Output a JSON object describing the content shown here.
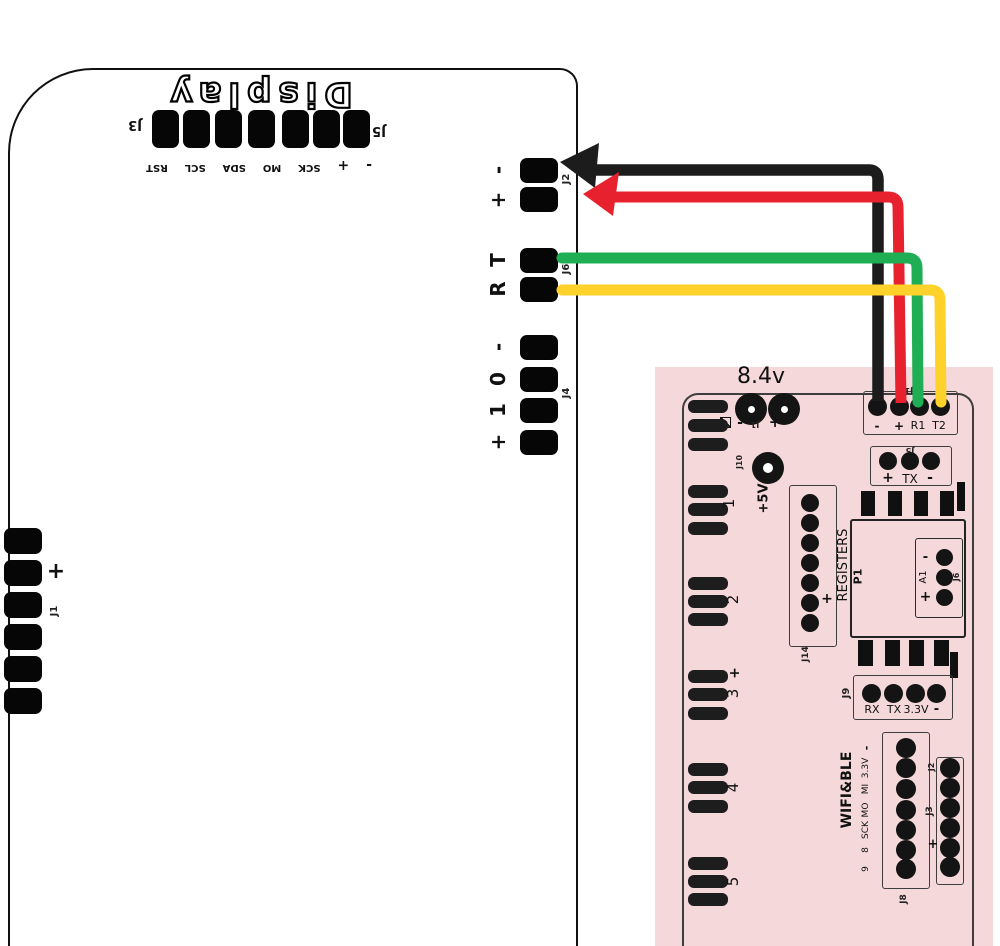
{
  "display_board": {
    "title": "Display",
    "header": {
      "left_label": "J3",
      "right_label": "J5",
      "pins": [
        "RST",
        "SCL",
        "SDA",
        "MO",
        "SCK",
        "+",
        "-"
      ]
    },
    "j2": {
      "label": "J2",
      "pins": [
        "-",
        "+"
      ]
    },
    "j6": {
      "label": "J6",
      "pins": [
        "T",
        "R"
      ]
    },
    "j4": {
      "label": "J4",
      "pins": [
        "-",
        "0",
        "1",
        "+"
      ]
    },
    "j1": {
      "label": "J1",
      "plus": "+"
    }
  },
  "controller_board": {
    "voltage": "8.4v",
    "power": {
      "label": "J1",
      "minus": "-",
      "plus": "+"
    },
    "buzzer": {
      "label": "J10",
      "voltage": "+5V"
    },
    "j13": {
      "label": "J13",
      "pins": [
        "-",
        "+",
        "R1",
        "T2"
      ]
    },
    "j5": {
      "label": "J5",
      "pins": [
        "+",
        "TX",
        "-"
      ]
    },
    "p1": {
      "label": "P1",
      "title": "REGISTERS"
    },
    "j6": {
      "label": "J6",
      "pins": [
        "-",
        "A1",
        "+"
      ]
    },
    "j14": {
      "label": "J14",
      "plus": "+"
    },
    "j9": {
      "label": "J9",
      "pins": [
        "RX",
        "TX",
        "3.3V",
        "-"
      ]
    },
    "wifi": {
      "title": "WIFI&BLE",
      "label": "J8",
      "pins": [
        "-",
        "3.3V",
        "MI",
        "MO",
        "SCK",
        "8",
        "9"
      ]
    },
    "j3": {
      "label": "J3",
      "top_label": "J2",
      "plus": "+"
    },
    "channels": [
      "1",
      "2",
      "3",
      "4",
      "5"
    ],
    "channel_plus": "+"
  },
  "wires": {
    "black": {
      "color": "#1c1c1c",
      "from": "controller -",
      "to": "display J2 -"
    },
    "red": {
      "color": "#e8212e",
      "from": "controller +",
      "to": "display J2 +"
    },
    "green": {
      "color": "#1fae53",
      "from": "controller R1",
      "to": "display J6 T"
    },
    "yellow": {
      "color": "#ffd22b",
      "from": "controller T2",
      "to": "display J6 R"
    }
  },
  "colors": {
    "board_pink": "#f4d8da",
    "silkscreen": "#141414",
    "outline": "#3e3e3e"
  },
  "icons": {
    "channel0": "crossed-box"
  }
}
